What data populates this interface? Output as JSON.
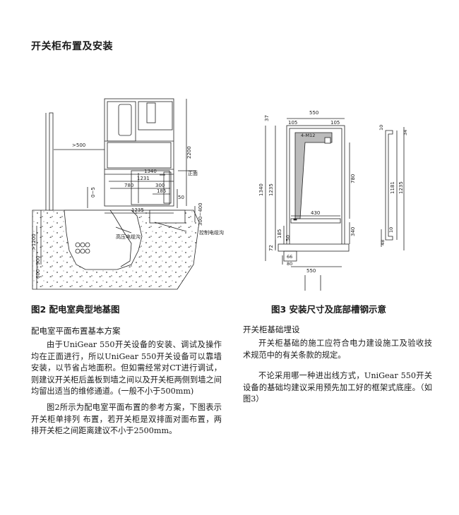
{
  "page_title": "开关柜布置及安装",
  "fig2": {
    "caption": "图2 配电室典型地基图",
    "dims": {
      "d500": ">500",
      "d1340": "1340",
      "d1231": "1231",
      "d780": "780",
      "d300": "300",
      "d185": "185",
      "d50": "50",
      "d2200": "2200",
      "d0_5": "0~5",
      "d1235": "1235",
      "d300_400": "300~400",
      "d1200": ">1200",
      "d600_900": "600~900"
    },
    "labels": {
      "front": "正面",
      "hv_trench": "高压电缆沟",
      "ctrl_trench": "控制电缆沟"
    }
  },
  "fig3": {
    "caption": "图3 安装尺寸及底部槽钢示意",
    "dims": {
      "d37": "37",
      "m12": "4-M12",
      "d550t": "550",
      "d105a": "105",
      "d105b": "105",
      "d1340": "1340",
      "d1235": "1235",
      "d780": "780",
      "d430": "430",
      "d340": "340",
      "d185": "185",
      "d50": "50",
      "d72": "72",
      "d66": "66",
      "d80": "80",
      "d550b": "550",
      "r34": "34",
      "r10": "10",
      "r1181": "1181",
      "r1235": "1235",
      "r10b": "10",
      "r48": "48"
    }
  },
  "left_text": {
    "heading": "配电室平面布置基本方案",
    "p1": "由于UniGear 550开关设备的安装、调试及操作均在正面进行，所以UniGear 550开关设备可以靠墙安装，以节省占地面积。但如需经常对CT进行调试，则建议开关柜后盖板到墙之间以及开关柜两侧到墙之间均留出适当的维修通道。(一般不小于500mm)",
    "p2": "图2所示为配电室平面布置的参考方案，下图表示开关柜单排列 布置，若开关柜是双排面对面布置，两排开关柜之间距离建议不小于2500mm。"
  },
  "right_text": {
    "heading": "开关柜基础埋设",
    "p1": "开关柜基础的施工应符合电力建设施工及验收技术规范中的有关条款的规定。",
    "p2": "不论采用哪一种进出线方式，UniGear 550开关设备的基础均建议采用预先加工好的框架式底座。（如图3）"
  }
}
